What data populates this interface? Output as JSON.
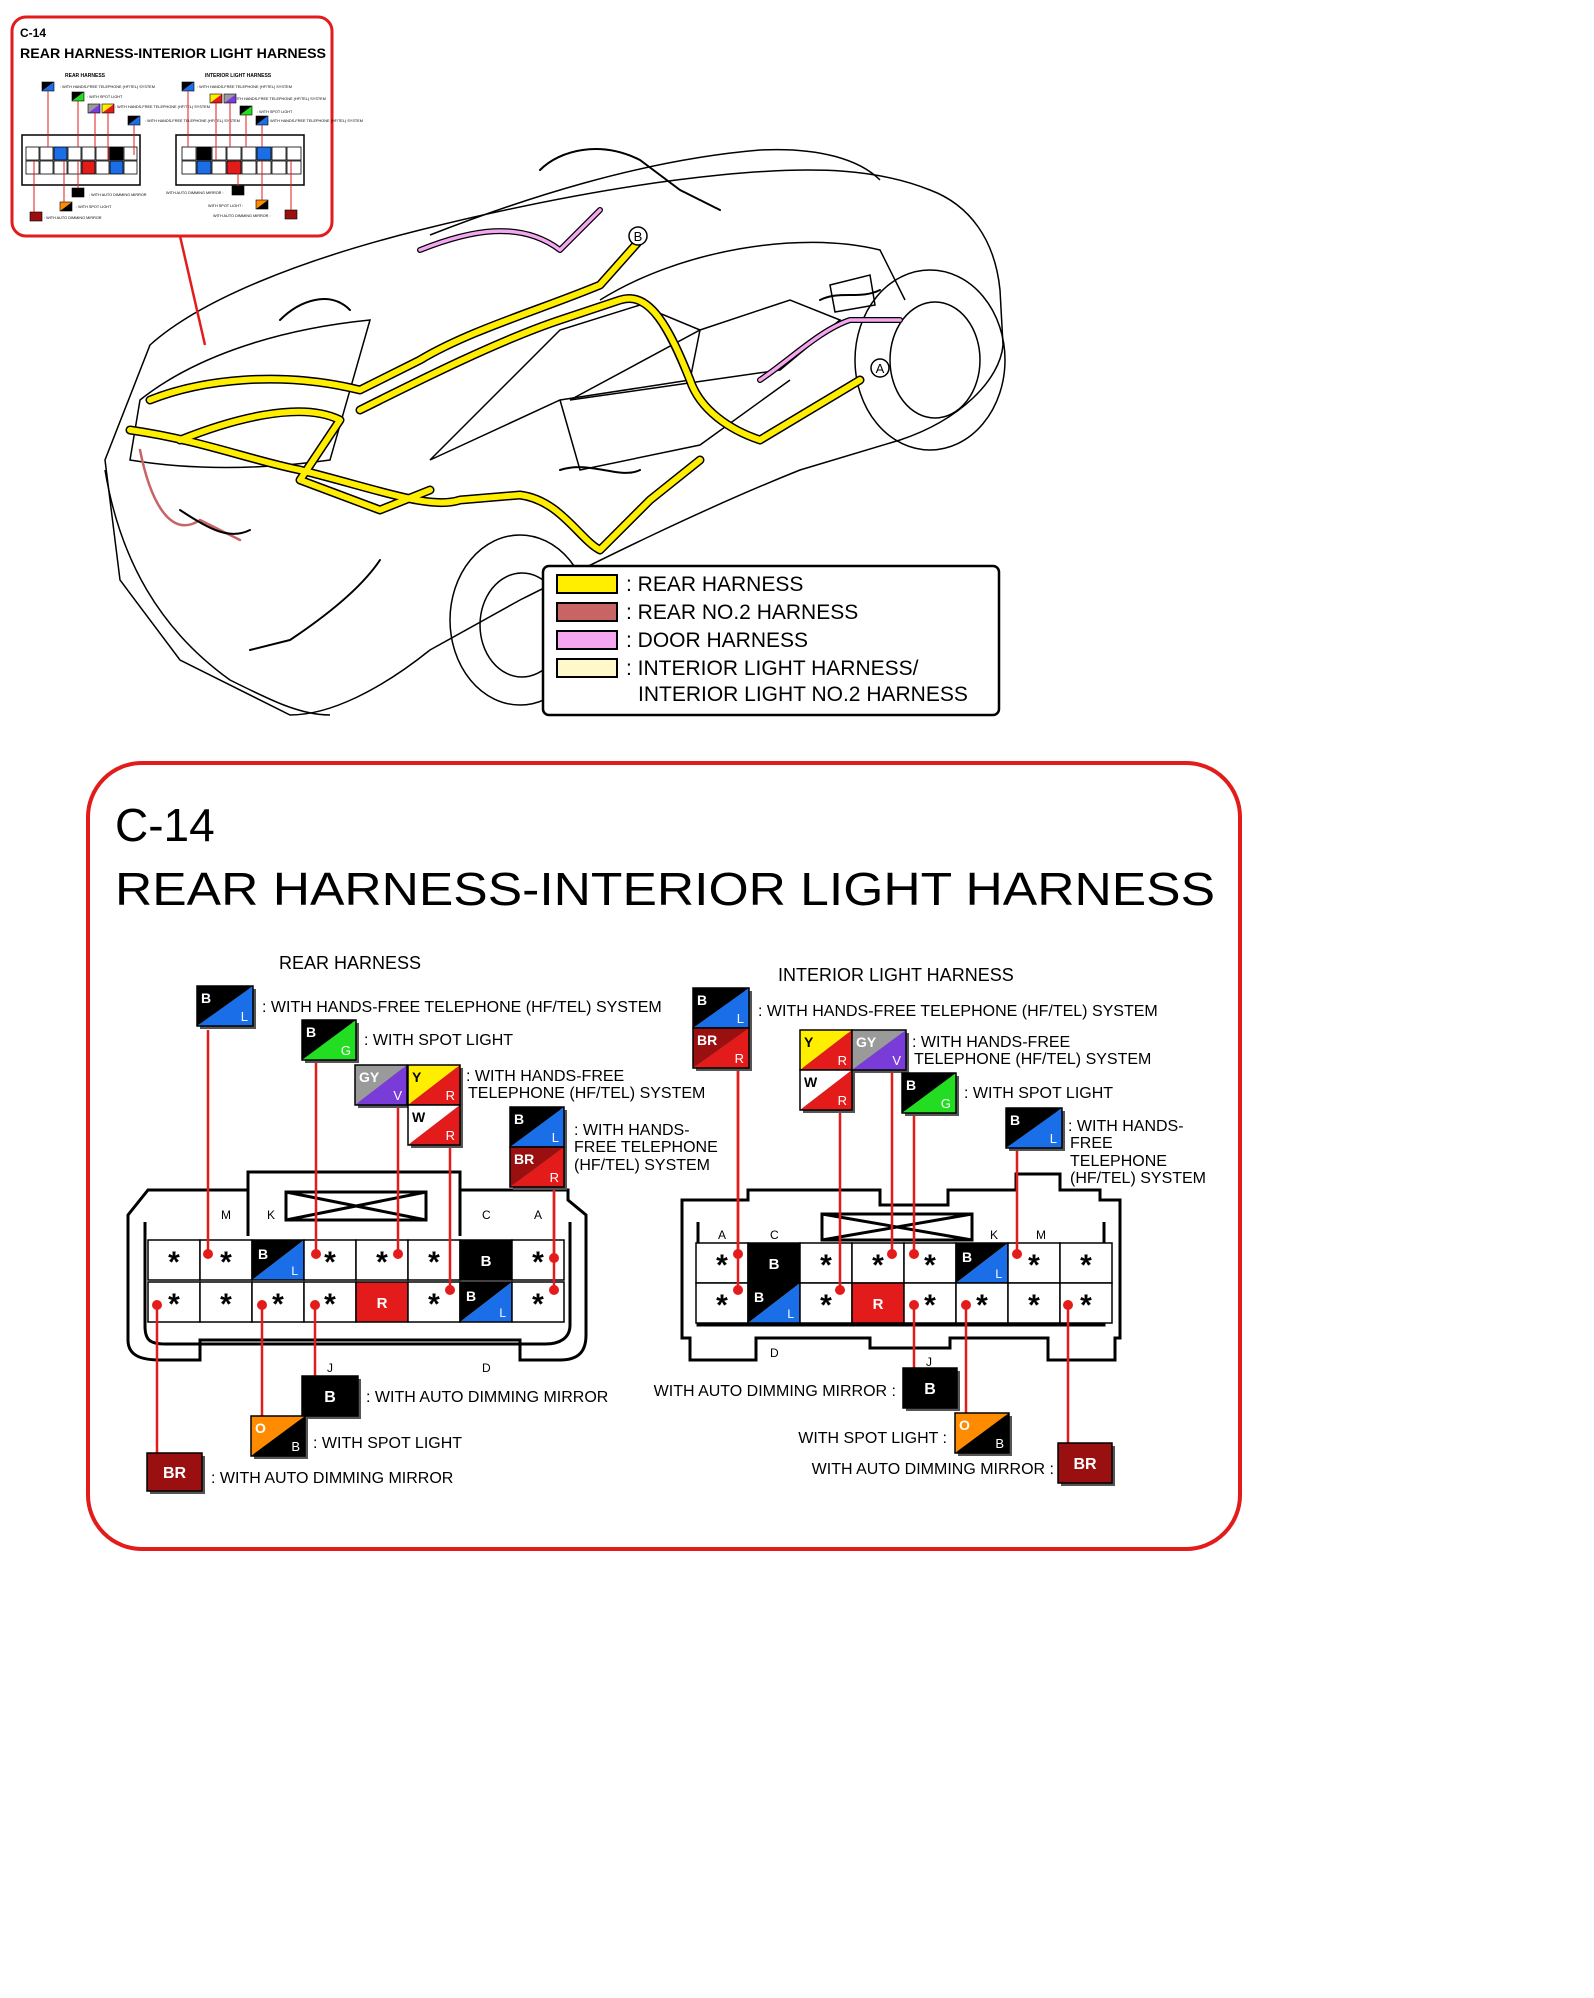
{
  "inset": {
    "code": "C-14",
    "title": "REAR HARNESS-INTERIOR LIGHT HARNESS",
    "left_label": "REAR HARNESS",
    "right_label": "INTERIOR LIGHT HARNESS",
    "notes_left": [
      ": WITH HANDS-FREE TELEPHONE (HF/TEL) SYSTEM",
      ": WITH SPOT LIGHT",
      ": WITH HANDS-FREE TELEPHONE (HF/TEL) SYSTEM",
      ": WITH HANDS-FREE TELEPHONE (HF/TEL) SYSTEM",
      ": WITH AUTO DIMMING MIRROR",
      ": WITH SPOT LIGHT",
      ": WITH AUTO DIMMING MIRROR"
    ],
    "notes_right": [
      ": WITH HANDS-FREE TELEPHONE (HF/TEL) SYSTEM",
      ": WITH HANDS-FREE TELEPHONE (HF/TEL) SYSTEM",
      ": WITH SPOT LIGHT",
      ": WITH HANDS-FREE TELEPHONE (HF/TEL) SYSTEM",
      "WITH AUTO DIMMING MIRROR :",
      "WITH SPOT LIGHT :",
      "WITH AUTO DIMMING MIRROR :"
    ]
  },
  "car_markers": {
    "a": "A",
    "b": "B"
  },
  "legend": [
    {
      "color": "#ffee00",
      "text": ": REAR HARNESS"
    },
    {
      "color": "#c86464",
      "text": ": REAR NO.2 HARNESS"
    },
    {
      "color": "#f4a6f0",
      "text": ": DOOR HARNESS"
    },
    {
      "color": "#fff8c8",
      "text": ": INTERIOR LIGHT HARNESS/",
      "text2": "INTERIOR LIGHT NO.2 HARNESS"
    }
  ],
  "detail": {
    "code": "C-14",
    "title": "REAR HARNESS-INTERIOR LIGHT HARNESS",
    "left": {
      "label": "REAR HARNESS",
      "pin_letters": {
        "m": "M",
        "k": "K",
        "c": "C",
        "a": "A",
        "j": "J",
        "d": "D"
      },
      "note_hf1": ": WITH HANDS-FREE TELEPHONE (HF/TEL) SYSTEM",
      "note_spot": ": WITH SPOT LIGHT",
      "note_hf2_l1": ": WITH HANDS-FREE",
      "note_hf2_l2": "TELEPHONE (HF/TEL) SYSTEM",
      "note_hf3_l1": ": WITH HANDS-",
      "note_hf3_l2": "FREE TELEPHONE",
      "note_hf3_l3": "(HF/TEL) SYSTEM",
      "note_auto": ": WITH AUTO DIMMING MIRROR",
      "note_spot2": ": WITH SPOT LIGHT",
      "note_auto2": ": WITH AUTO DIMMING MIRROR"
    },
    "right": {
      "label": "INTERIOR LIGHT HARNESS",
      "pin_letters": {
        "a": "A",
        "c": "C",
        "k": "K",
        "m": "M",
        "d": "D",
        "j": "J"
      },
      "note_hf1": ": WITH HANDS-FREE TELEPHONE (HF/TEL) SYSTEM",
      "note_hf2_l1": ": WITH HANDS-FREE",
      "note_hf2_l2": "TELEPHONE (HF/TEL) SYSTEM",
      "note_spot": ": WITH SPOT LIGHT",
      "note_hf3_l1": ": WITH HANDS-",
      "note_hf3_l2": "FREE",
      "note_hf3_l3": "TELEPHONE",
      "note_hf3_l4": "(HF/TEL) SYSTEM",
      "note_auto": "WITH AUTO DIMMING MIRROR :",
      "note_spot2": "WITH SPOT LIGHT :",
      "note_auto2": "WITH AUTO DIMMING MIRROR :"
    }
  },
  "wire_codes": {
    "b": "B",
    "l": "L",
    "g": "G",
    "gy": "GY",
    "v": "V",
    "y": "Y",
    "r": "R",
    "w": "W",
    "br": "BR",
    "o": "O",
    "star": "*"
  },
  "colors": {
    "red": "#e31b1b",
    "yellow": "#ffee00",
    "blue": "#1a6ee8",
    "green": "#22dd22",
    "purple": "#7a3cd8",
    "gray": "#9a9a9a",
    "orange": "#ff8c00",
    "brown": "#9a1010"
  }
}
